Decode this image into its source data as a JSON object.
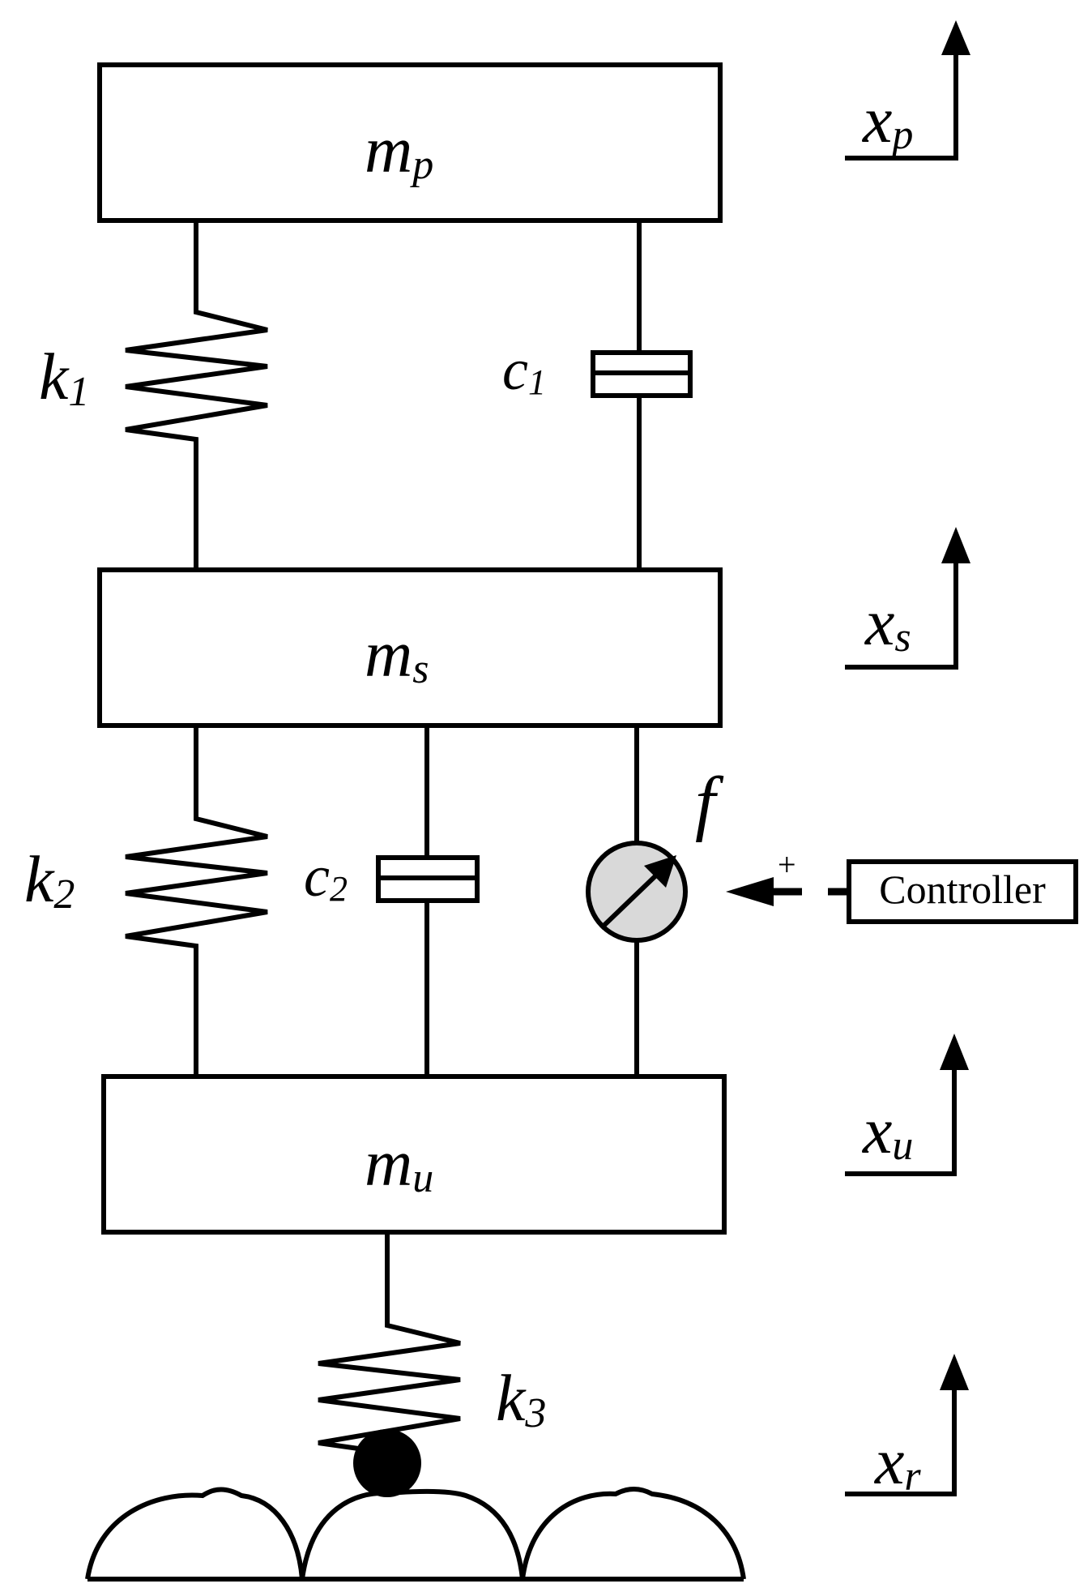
{
  "masses": {
    "top": {
      "symbol": "m",
      "sub": "p"
    },
    "middle": {
      "symbol": "m",
      "sub": "s"
    },
    "bottom": {
      "symbol": "m",
      "sub": "u"
    }
  },
  "springs": {
    "k1": {
      "symbol": "k",
      "sub": "1"
    },
    "k2": {
      "symbol": "k",
      "sub": "2"
    },
    "k3": {
      "symbol": "k",
      "sub": "3"
    }
  },
  "dampers": {
    "c1": {
      "symbol": "c",
      "sub": "1"
    },
    "c2": {
      "symbol": "c",
      "sub": "2"
    }
  },
  "actuator": {
    "force_label": "f",
    "sign": "+"
  },
  "controller": {
    "label": "Controller"
  },
  "displacements": {
    "xp": {
      "symbol": "x",
      "sub": "p"
    },
    "xs": {
      "symbol": "x",
      "sub": "s"
    },
    "xu": {
      "symbol": "x",
      "sub": "u"
    },
    "xr": {
      "symbol": "x",
      "sub": "r"
    }
  },
  "colors": {
    "stroke": "#000000",
    "actuator_fill": "#d9d9d9",
    "wheel_fill": "#000000"
  }
}
